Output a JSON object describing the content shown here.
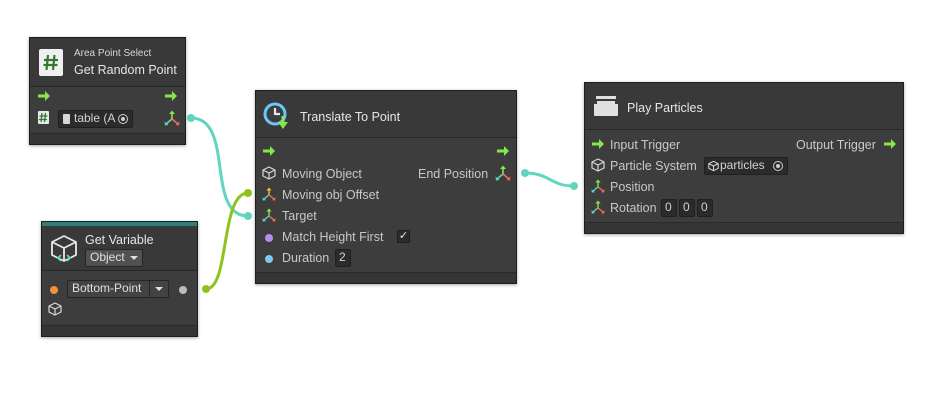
{
  "colors": {
    "flow": "#87e64a",
    "wire_vector": "#5fd6bd",
    "wire_object": "#8ec21c",
    "canvas": "#ffffff"
  },
  "get_random_point": {
    "subtitle": "Area Point Select",
    "title": "Get Random Point",
    "field_value": "table (A",
    "icon": "hash-icon"
  },
  "translate": {
    "title": "Translate To Point",
    "icon": "clock-arrow-icon",
    "ports": {
      "moving_object": "Moving  Object",
      "moving_offset": "Moving  obj  Offset",
      "target": "Target",
      "match_height": "Match  Height  First",
      "duration": "Duration",
      "duration_value": "2",
      "end_position": "End  Position"
    },
    "match_height_checked": "✓"
  },
  "play_particles": {
    "title": "Play Particles",
    "ports": {
      "input_trigger": "Input Trigger",
      "output_trigger": "Output Trigger",
      "particle_system": "Particle System",
      "particle_value": "particles",
      "position": "Position",
      "rotation": "Rotation",
      "rot_x": "0",
      "rot_y": "0",
      "rot_z": "0"
    }
  },
  "get_variable": {
    "title": "Get Variable",
    "type_option": "Object",
    "variable_option": "Bottom-Point"
  }
}
